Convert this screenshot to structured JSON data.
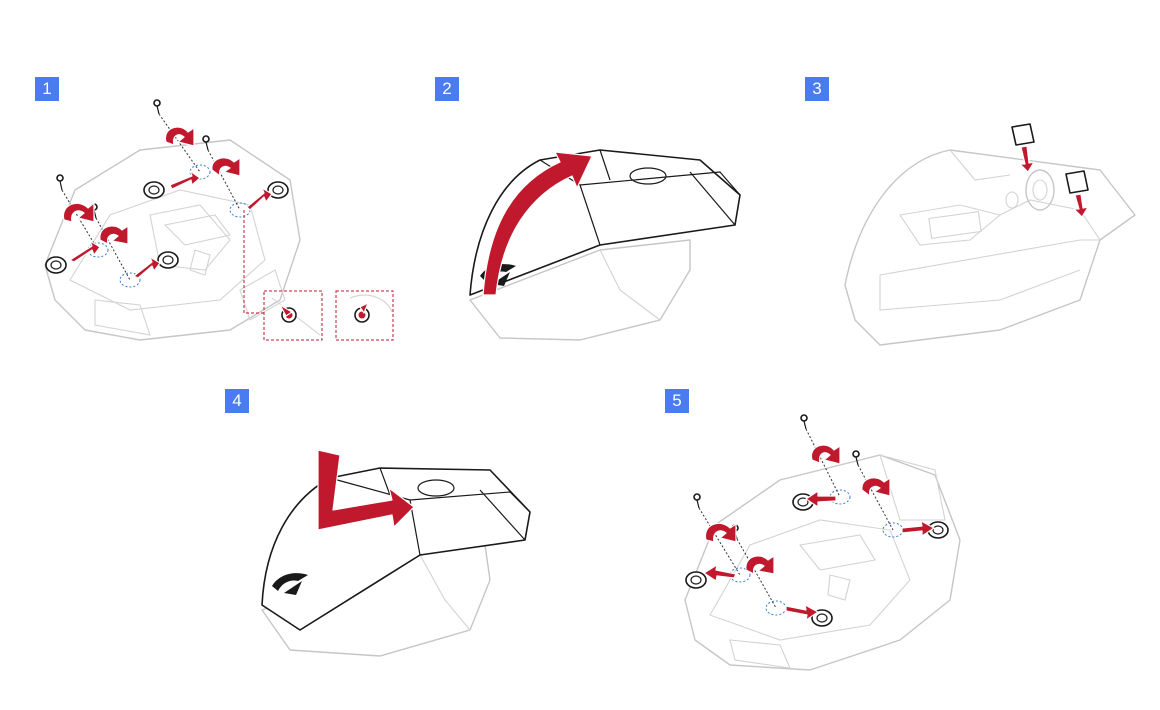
{
  "accent_color": "#4a7cf0",
  "arrow_color": "#c0182c",
  "steps": [
    {
      "number": "1",
      "label": ""
    },
    {
      "number": "2",
      "label": ""
    },
    {
      "number": "3",
      "label": ""
    },
    {
      "number": "4",
      "label": ""
    },
    {
      "number": "5",
      "label": ""
    }
  ]
}
